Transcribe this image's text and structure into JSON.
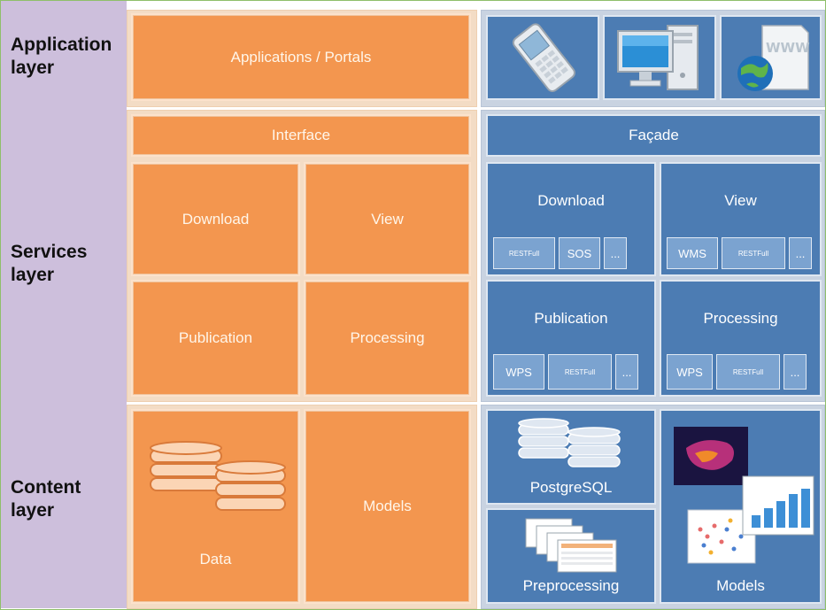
{
  "layers": {
    "application": "Application\nlayer",
    "services": "Services\nlayer",
    "content": "Content\nlayer"
  },
  "left": {
    "applications_portals": "Applications / Portals",
    "interface": "Interface",
    "download": "Download",
    "view": "View",
    "publication": "Publication",
    "processing": "Processing",
    "data": "Data",
    "models": "Models"
  },
  "right": {
    "facade": "Façade",
    "download": {
      "title": "Download",
      "items": [
        "RESTFull",
        "SOS",
        "..."
      ]
    },
    "view": {
      "title": "View",
      "items": [
        "WMS",
        "RESTFull",
        "..."
      ]
    },
    "publication": {
      "title": "Publication",
      "items": [
        "WPS",
        "RESTFull",
        "..."
      ]
    },
    "processing": {
      "title": "Processing",
      "items": [
        "WPS",
        "RESTFull",
        "..."
      ]
    },
    "postgresql": "PostgreSQL",
    "preprocessing": "Preprocessing",
    "models": "Models",
    "www": "WWW"
  },
  "colors": {
    "orange": "#f3964f",
    "blue": "#4c7cb3",
    "light_blue": "#7ba3d0",
    "lavender": "#cdbfdc"
  },
  "icons": [
    "mobile-phone-icon",
    "desktop-computer-icon",
    "web-globe-icon",
    "database-icon",
    "document-stack-icon",
    "map-chart-icon"
  ]
}
